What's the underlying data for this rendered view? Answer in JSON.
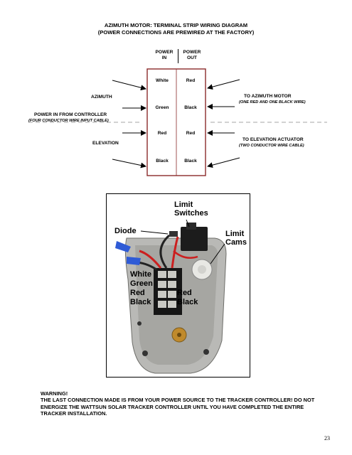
{
  "title": {
    "line1": "AZIMUTH MOTOR: TERMINAL STRIP WIRING DIAGRAM",
    "line2": "(POWER CONNECTIONS ARE PREWIRED AT THE FACTORY)"
  },
  "diagram": {
    "headers": {
      "power_in": [
        "POWER",
        "IN"
      ],
      "power_out": [
        "POWER",
        "OUT"
      ]
    },
    "rows": [
      {
        "in": "White",
        "out": "Red"
      },
      {
        "in": "Green",
        "out": "Black"
      },
      {
        "in": "Red",
        "out": "Red"
      },
      {
        "in": "Black",
        "out": "Black"
      }
    ],
    "left_labels": {
      "azimuth": "AZIMUTH",
      "power_in": "POWER IN FROM CONTROLLER",
      "power_in_sub": "(FOUR CONDUCTOR WIRE INPUT CABLE)",
      "elevation": "ELEVATION"
    },
    "right_labels": {
      "to_azimuth": "TO AZIMUTH MOTOR",
      "to_azimuth_sub": "(ONE RED AND ONE BLACK WIRE)",
      "to_elevation": "TO ELEVATION ACTUATOR",
      "to_elevation_sub": "(TWO CONDUCTOR WIRE CABLE)"
    },
    "border_color": "#8b2a2a"
  },
  "photo": {
    "labels": {
      "diode": "Diode",
      "limit_switches": [
        "Limit",
        "Switches"
      ],
      "limit_cams": [
        "Limit",
        "Cams"
      ],
      "left_wires": [
        "White",
        "Green",
        "Red",
        "Black"
      ],
      "right_wires": [
        "Red",
        "Black"
      ]
    }
  },
  "warning": {
    "heading": "WARNING!",
    "body": "THE LAST CONNECTION MADE IS FROM YOUR POWER SOURCE TO THE TRACKER CONTROLLER! DO NOT ENERGIZE THE WATTSUN SOLAR TRACKER CONTROLLER UNTIL YOU HAVE COMPLETED THE ENTIRE TRACKER INSTALLATION."
  },
  "page_number": "23"
}
